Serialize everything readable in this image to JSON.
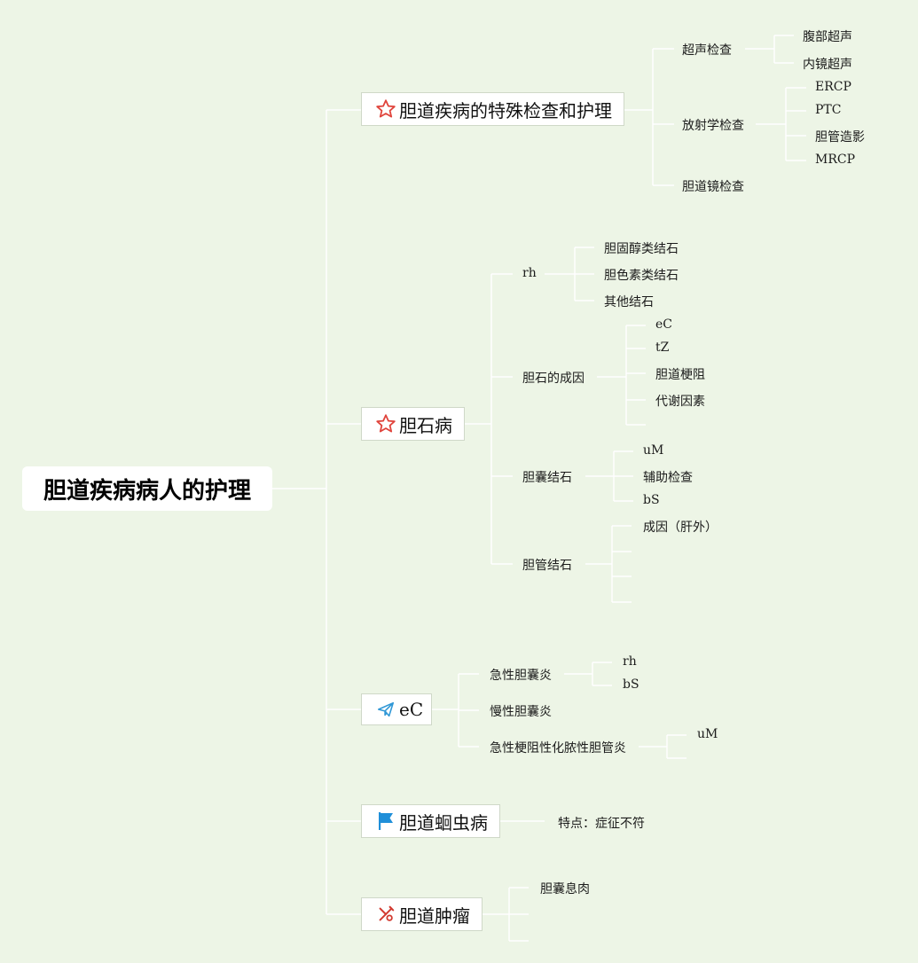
{
  "root": {
    "label": "胆道疾病病人的护理"
  },
  "branches": [
    {
      "label": "胆道疾病的特殊检查和护理",
      "icon": "star-icon",
      "children": [
        {
          "label": "超声检查",
          "children": [
            "腹部超声",
            "内镜超声"
          ]
        },
        {
          "label": "放射学检查",
          "children": [
            "ERCP",
            "PTC",
            "胆管造影",
            "MRCP"
          ]
        },
        {
          "label": "胆道镜检查",
          "children": []
        }
      ]
    },
    {
      "label": "胆石病",
      "icon": "star-icon",
      "children": [
        {
          "label": "rh",
          "children": [
            "胆固醇类结石",
            "胆色素类结石",
            "其他结石"
          ]
        },
        {
          "label": "胆石的成因",
          "children": [
            "eC",
            "tZ",
            "胆道梗阻",
            "代谢因素"
          ]
        },
        {
          "label": "胆囊结石",
          "children": [
            "uM",
            "辅助检查",
            "bS"
          ]
        },
        {
          "label": "胆管结石",
          "children": [
            "成因（肝外）"
          ]
        }
      ]
    },
    {
      "label": "eC",
      "icon": "paper-plane-icon",
      "children": [
        {
          "label": "急性胆囊炎",
          "children": [
            "rh",
            "bS"
          ]
        },
        {
          "label": "慢性胆囊炎",
          "children": []
        },
        {
          "label": "急性梗阻性化脓性胆管炎",
          "children": [
            "uM"
          ]
        }
      ]
    },
    {
      "label": "胆道蛔虫病",
      "icon": "flag-icon",
      "children": [
        {
          "label": "特点：症征不符",
          "children": []
        }
      ]
    },
    {
      "label": "胆道肿瘤",
      "icon": "tools-icon",
      "children": [
        {
          "label": "胆囊息肉",
          "children": []
        }
      ]
    }
  ],
  "colors": {
    "background": "#edf5e6",
    "connector": "#ffffff",
    "star": "#e0443c",
    "plane": "#2f97d6",
    "flag": "#1f8fd9",
    "tools": "#d23a30"
  }
}
